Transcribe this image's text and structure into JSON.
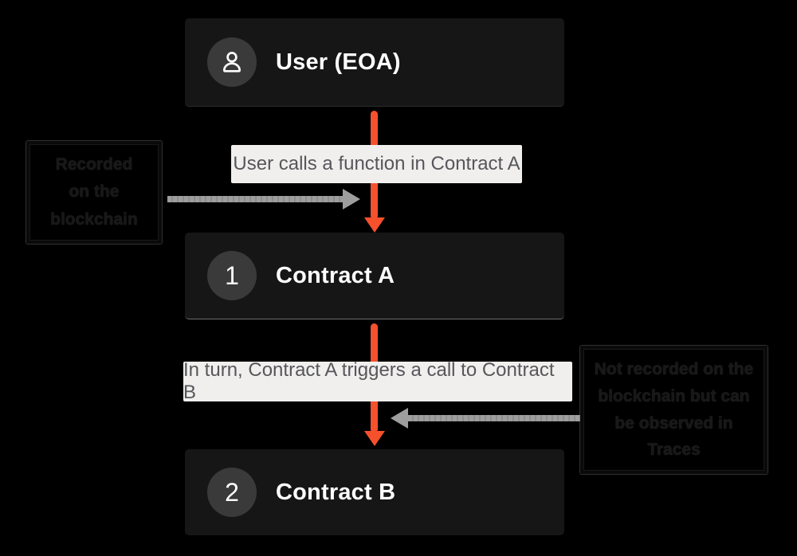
{
  "colors": {
    "background": "#000000",
    "node_bg": "#161616",
    "node_text": "#ffffff",
    "circle_bg": "#3a3a3a",
    "label_bg": "#f0efee",
    "label_text": "#57575b",
    "accent_orange": "#f4512c",
    "arrow_gray": "#9e9e9e",
    "annotation_text": "#181818",
    "divider": "#707070"
  },
  "icons": {
    "user_avatar": "person-icon"
  },
  "nodes": {
    "user": {
      "title": "User (EOA)"
    },
    "contract_a": {
      "badge": "1",
      "title": "Contract A"
    },
    "contract_b": {
      "badge": "2",
      "title": "Contract B"
    }
  },
  "flow": {
    "step1": "User calls a function in Contract A",
    "step2": "In turn, Contract A triggers a call to Contract B"
  },
  "annotations": {
    "left": "Recorded\non the\nblockchain",
    "right": "Not recorded on the\nblockchain but can\nbe observed in\nTraces"
  }
}
